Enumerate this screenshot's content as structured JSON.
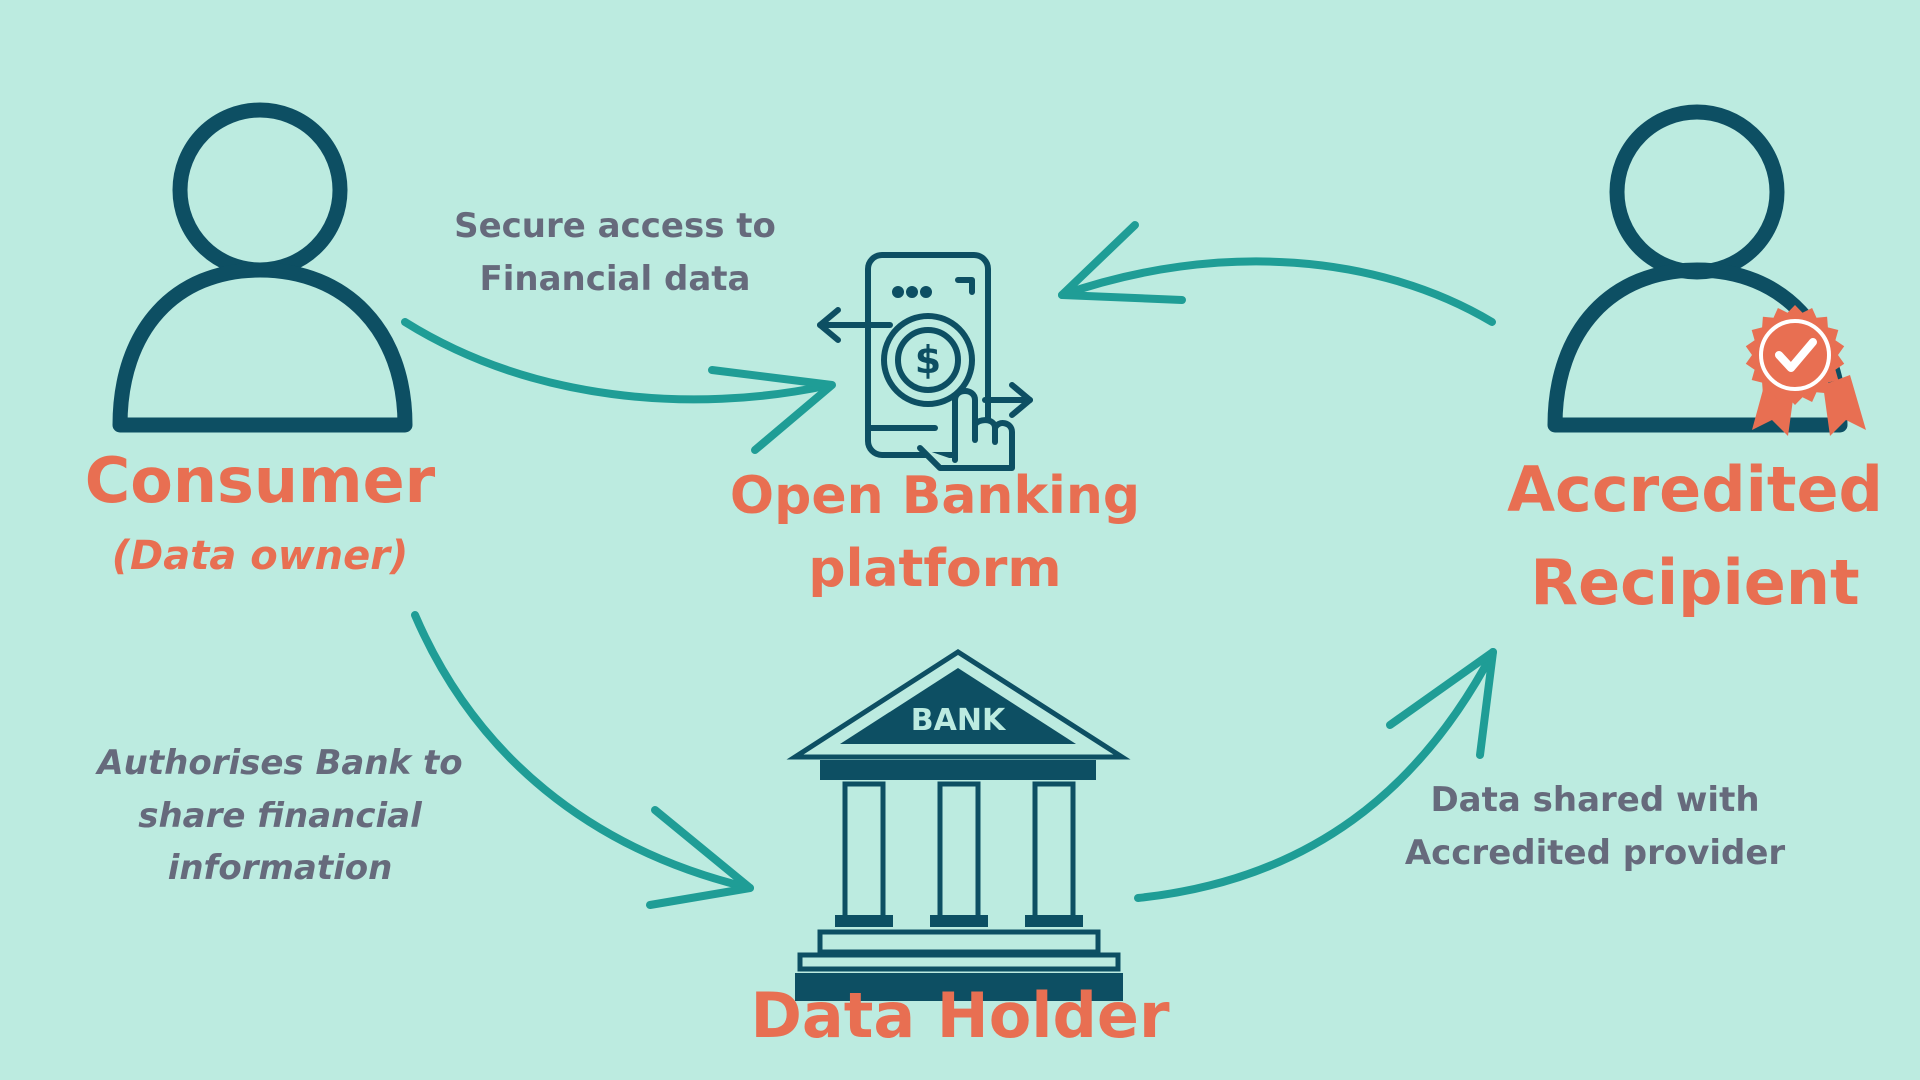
{
  "colors": {
    "background": "#bcebe0",
    "icon_dark": "#0d4f63",
    "arrow_teal": "#1f9d96",
    "accent_orange": "#e86f52",
    "caption_gray": "#666a7c"
  },
  "nodes": {
    "consumer": {
      "title": "Consumer",
      "subtitle": "(Data owner)",
      "icon": "person-icon"
    },
    "platform": {
      "title_line1": "Open Banking",
      "title_line2": "platform",
      "icon": "mobile-payment-icon"
    },
    "recipient": {
      "title_line1": "Accredited",
      "title_line2": "Recipient",
      "icon": "person-with-badge-icon"
    },
    "holder": {
      "title": "Data Holder",
      "icon": "bank-building-icon",
      "sign": "BANK"
    }
  },
  "edges": {
    "consumer_to_platform": {
      "line1": "Secure access to",
      "line2": "Financial data"
    },
    "consumer_to_holder": {
      "line1": "Authorises Bank to",
      "line2": "share financial",
      "line3": "information"
    },
    "holder_to_recipient": {
      "line1": "Data shared with",
      "line2": "Accredited provider"
    },
    "recipient_to_platform": {}
  }
}
